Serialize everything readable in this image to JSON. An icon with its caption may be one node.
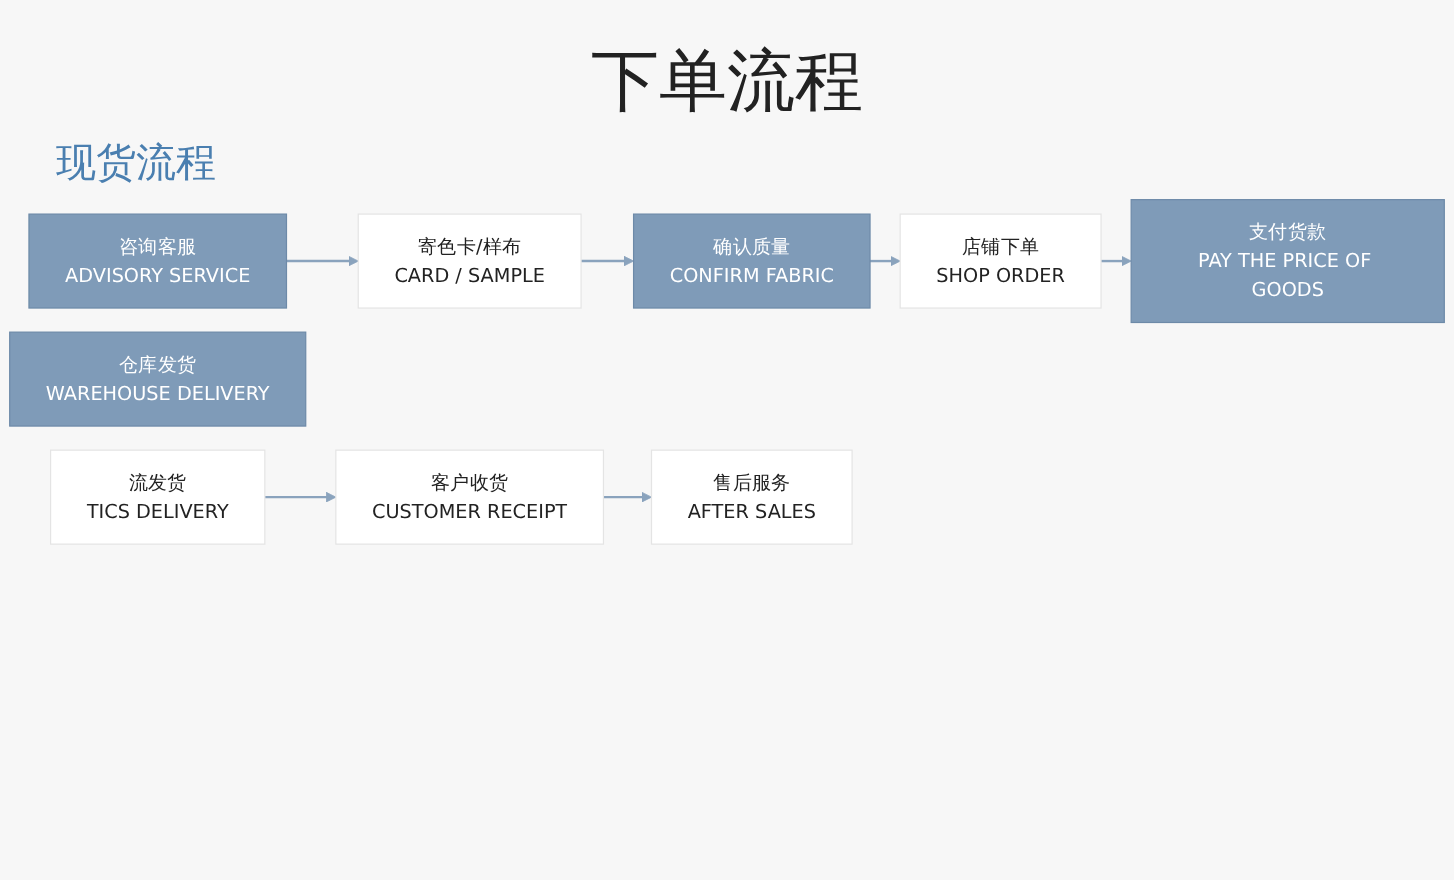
{
  "diagram": {
    "title": "下单流程",
    "nodes": [
      {
        "text": [
          "咨询客服",
          "ADVISORY SERVICE"
        ]
      },
      {
        "text": [
          "寄色卡/样布",
          "CARD / SAMPLE"
        ]
      },
      {
        "text": [
          "确认质量",
          "CONFIRM FABRIC"
        ]
      },
      {
        "text": [
          "店铺下单",
          "SHOP ORDER"
        ]
      },
      {
        "text": [
          "支付货款",
          "PAY THE PRICE OF GOODS"
        ]
      },
      {
        "text": [
          "仓库发货",
          "WAREHOUSE DELIVERY"
        ]
      },
      {
        "text": [
          "流发货",
          "TICS DELIVERY"
        ]
      },
      {
        "text": [
          "客户收货",
          "CUSTOMER RECEIPT"
        ]
      },
      {
        "text": [
          "售后服务",
          "AFTER SALES"
        ]
      }
    ],
    "edges": [
      {
        "from": 0,
        "to": 1,
        "arrow": "to"
      },
      {
        "from": 1,
        "to": 2,
        "arrow": "to"
      },
      {
        "from": 2,
        "to": 3,
        "arrow": "to"
      },
      {
        "from": 3,
        "to": 4,
        "arrow": "to"
      },
      {
        "from": 6,
        "to": 7,
        "arrow": "to"
      },
      {
        "from": 7,
        "to": 8,
        "arrow": "to"
      }
    ],
    "labels": [
      "现货流程"
    ]
  }
}
